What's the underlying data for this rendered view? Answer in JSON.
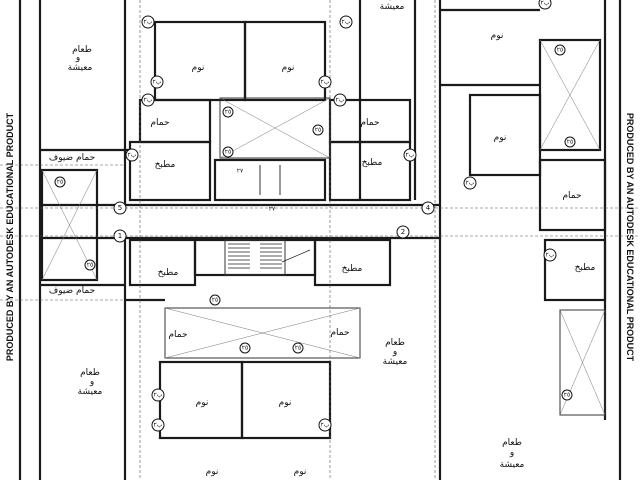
{
  "watermark": {
    "left": "PRODUCED BY AN AUTODESK EDUCATIONAL PRODUCT",
    "right": "PRODUCED BY AN AUTODESK EDUCATIONAL PRODUCT"
  },
  "rooms": {
    "bedroom": "نوم",
    "bathroom": "حمام",
    "kitchen": "مطبخ",
    "living_line1": "طعام",
    "living_and": "و",
    "living_line2": "معيشة",
    "guest_bath": "حمام ضيوف"
  },
  "axes": [
    "1",
    "2",
    "4",
    "5"
  ],
  "markers": {
    "door_tag": "ب٢",
    "level_tag": "٢٥",
    "stair_tag": "٢٧"
  }
}
